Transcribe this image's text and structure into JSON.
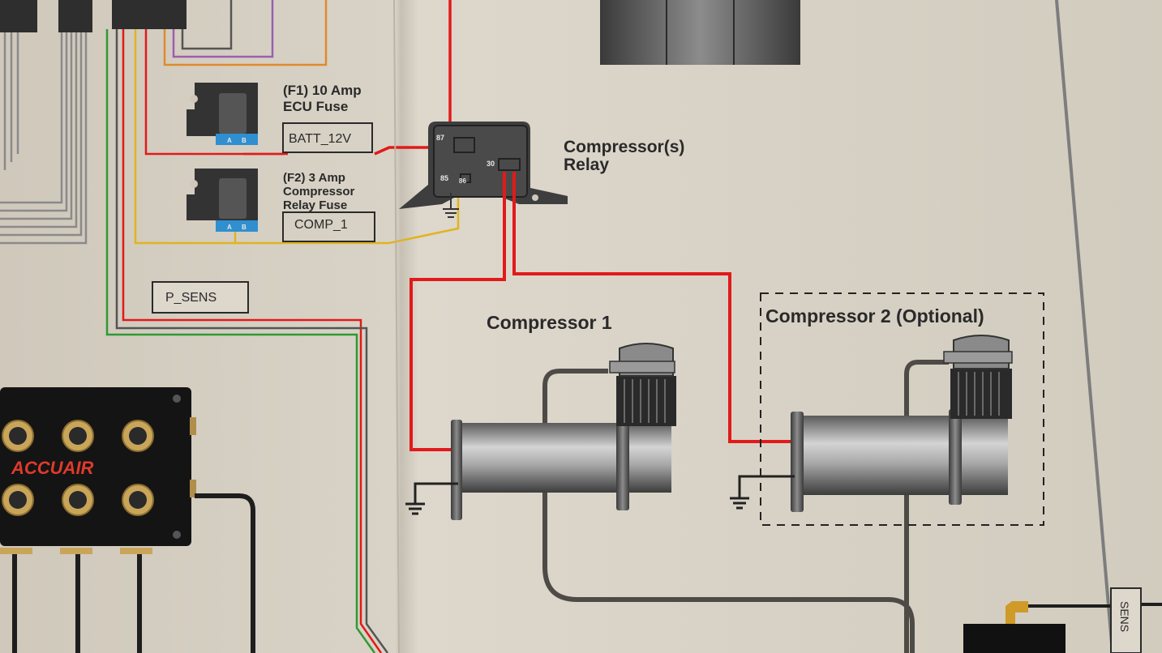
{
  "fuses": {
    "f1": {
      "title_line1": "(F1) 10 Amp",
      "title_line2": "ECU Fuse",
      "box_label": "BATT_12V",
      "pin_a": "A",
      "pin_b": "B"
    },
    "f2": {
      "title_line1": "(F2) 3 Amp",
      "title_line2": "Compressor",
      "title_line3": "Relay Fuse",
      "box_label": "COMP_1",
      "pin_a": "A",
      "pin_b": "B"
    }
  },
  "sensor": {
    "label": "P_SENS"
  },
  "relay": {
    "title_line1": "Compressor(s)",
    "title_line2": "Relay",
    "pins": {
      "p87": "87",
      "p85": "85",
      "p86": "86",
      "p30": "30"
    }
  },
  "compressors": {
    "c1": {
      "label": "Compressor 1"
    },
    "c2": {
      "label": "Compressor 2 (Optional)"
    }
  },
  "manifold": {
    "brand": "ACCUAIR"
  },
  "edge": {
    "sens_label": "SENS"
  },
  "colors": {
    "paper": "#d8d2c6",
    "power": "#e11a1a",
    "signal_yellow": "#e0b420",
    "signal_green": "#2f9a34",
    "orange": "#e08a2c",
    "purple": "#9b5fb0",
    "fuse_blue": "#2f8fd0",
    "body_dark": "#3a3a3a",
    "brass": "#c9a55a"
  }
}
